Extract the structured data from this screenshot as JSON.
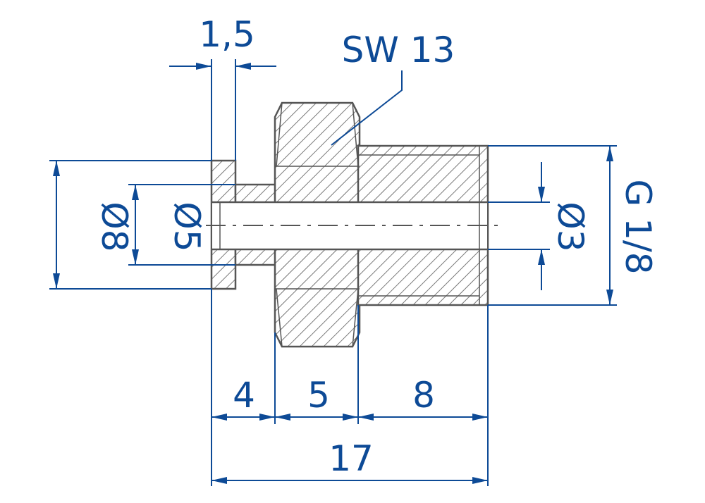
{
  "labels": {
    "thickness_flange": "1,5",
    "wrench_size": "SW 13",
    "dia_flange": "Ø8",
    "dia_collar": "Ø5",
    "dia_bore": "Ø3",
    "thread": "G 1/8",
    "len_collar": "4",
    "len_hex": "5",
    "len_thread": "8",
    "len_total": "17"
  },
  "colors": {
    "dimension": "#0d4a96",
    "part_outline": "#555555",
    "hatch": "#555555"
  }
}
